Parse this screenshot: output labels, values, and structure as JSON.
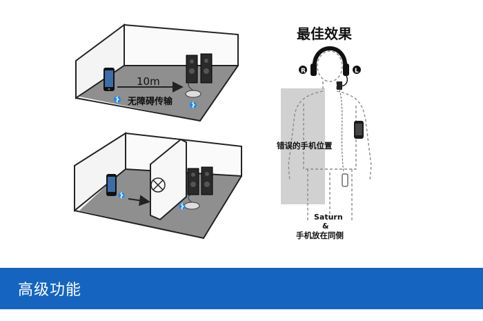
{
  "top_room": {
    "distance_label": "10m",
    "caption": "无障碍传输"
  },
  "right_panel": {
    "title": "最佳效果",
    "right_ear_badge": "R",
    "left_ear_badge": "L",
    "wrong_position_label": "错误的手机位置",
    "product_name": "Saturn",
    "ampersand": "&",
    "same_side_label": "手机放在同侧"
  },
  "footer": {
    "section_title": "高级功能"
  },
  "colors": {
    "banner": "#1565c0",
    "bluetooth": "#1e88e5",
    "floor": "#8f8f8f"
  }
}
